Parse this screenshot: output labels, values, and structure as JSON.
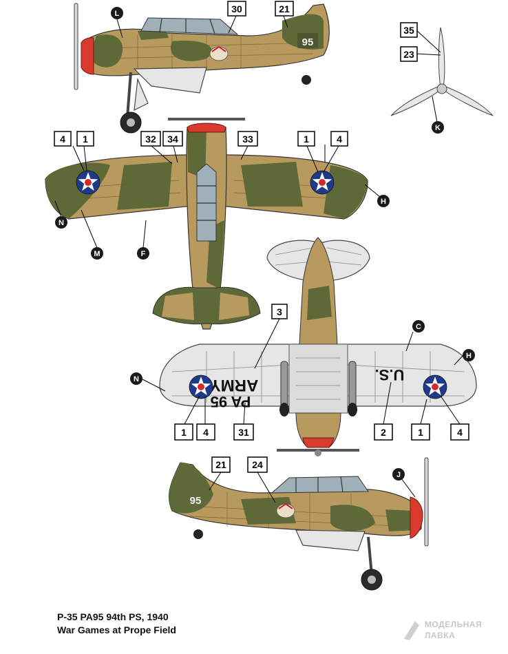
{
  "caption": {
    "line1": "P-35 PA95 94th PS, 1940",
    "line2": "War Games at Prope Field"
  },
  "markings": {
    "tail_code": "95",
    "under_left": "ARMY",
    "under_left_sub": "PA 95",
    "under_right": "U.S."
  },
  "callouts": {
    "n35": "35",
    "n23": "23",
    "n30": "30",
    "n21a": "21",
    "n4a": "4",
    "n1a": "1",
    "n32": "32",
    "n34": "34",
    "n33": "33",
    "n1b": "1",
    "n4b": "4",
    "n3": "3",
    "n1c": "1",
    "n4c": "4",
    "n31": "31",
    "n2": "2",
    "n1d": "1",
    "n4d": "4",
    "n21b": "21",
    "n24": "24"
  },
  "letters": {
    "L": "L",
    "K": "K",
    "N1": "N",
    "M": "M",
    "F": "F",
    "H1": "H",
    "C": "C",
    "H2": "H",
    "N2": "N",
    "J": "J"
  },
  "colors": {
    "tan": "#b89a5e",
    "green": "#5d6a37",
    "cowl_red": "#d83a2e",
    "underside": "#e6e6e6",
    "roundel_blue": "#1f3a8a",
    "roundel_red": "#d42a2a"
  },
  "watermark": {
    "line1": "МОДЕЛЬНАЯ",
    "line2": "ЛАВКА"
  }
}
